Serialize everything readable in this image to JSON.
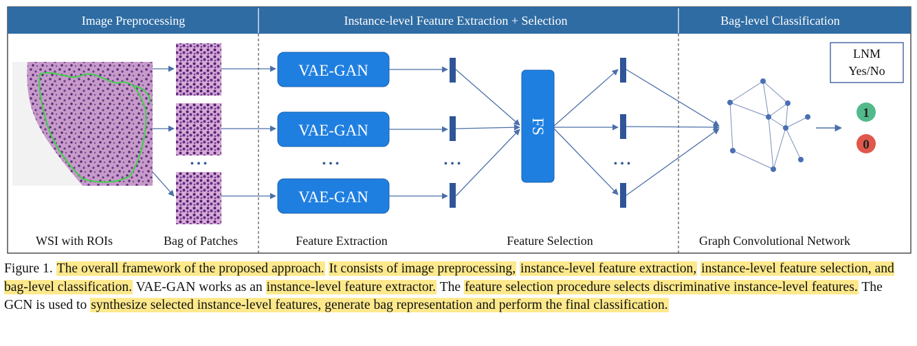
{
  "headers": {
    "preprocessing": "Image Preprocessing",
    "instance": "Instance-level Feature Extraction + Selection",
    "bag": "Bag-level Classification"
  },
  "boxes": {
    "vae_gan_1": "VAE-GAN",
    "vae_gan_2": "VAE-GAN",
    "vae_gan_3": "VAE-GAN",
    "fs": "FS"
  },
  "output": {
    "lnm_title": "LNM",
    "lnm_options": "Yes/No",
    "class_one": "1",
    "class_zero": "0"
  },
  "ellipsis": "• • •",
  "bottom_labels": {
    "wsi": "WSI with ROIs",
    "patches": "Bag of Patches",
    "feature_extraction": "Feature Extraction",
    "feature_selection": "Feature Selection",
    "gcn": "Graph Convolutional Network"
  },
  "caption": {
    "prefix": "Figure 1.",
    "s1": "The overall framework of the proposed approach.",
    "s2": "It consists of image preprocessing,",
    "s3": "instance-level feature extraction,",
    "s4": "instance-level feature selection, and bag-level classification.",
    "s5": "VAE-GAN works as an",
    "s6": "instance-level feature extractor.",
    "s7": "The",
    "s8": "feature selection procedure selects discriminative instance-level features.",
    "s9": "The GCN is used to",
    "s10": "synthesize selected instance-level features, generate bag representation and perform the final classification."
  },
  "colors": {
    "header_bar": "#2f6ca4",
    "box_fill": "#1f7fe0",
    "arrow": "#4b6fa8",
    "feature_bar": "#2f5597",
    "class_one": "#52b98a",
    "class_zero": "#e0574c",
    "highlight": "#fde98c"
  }
}
